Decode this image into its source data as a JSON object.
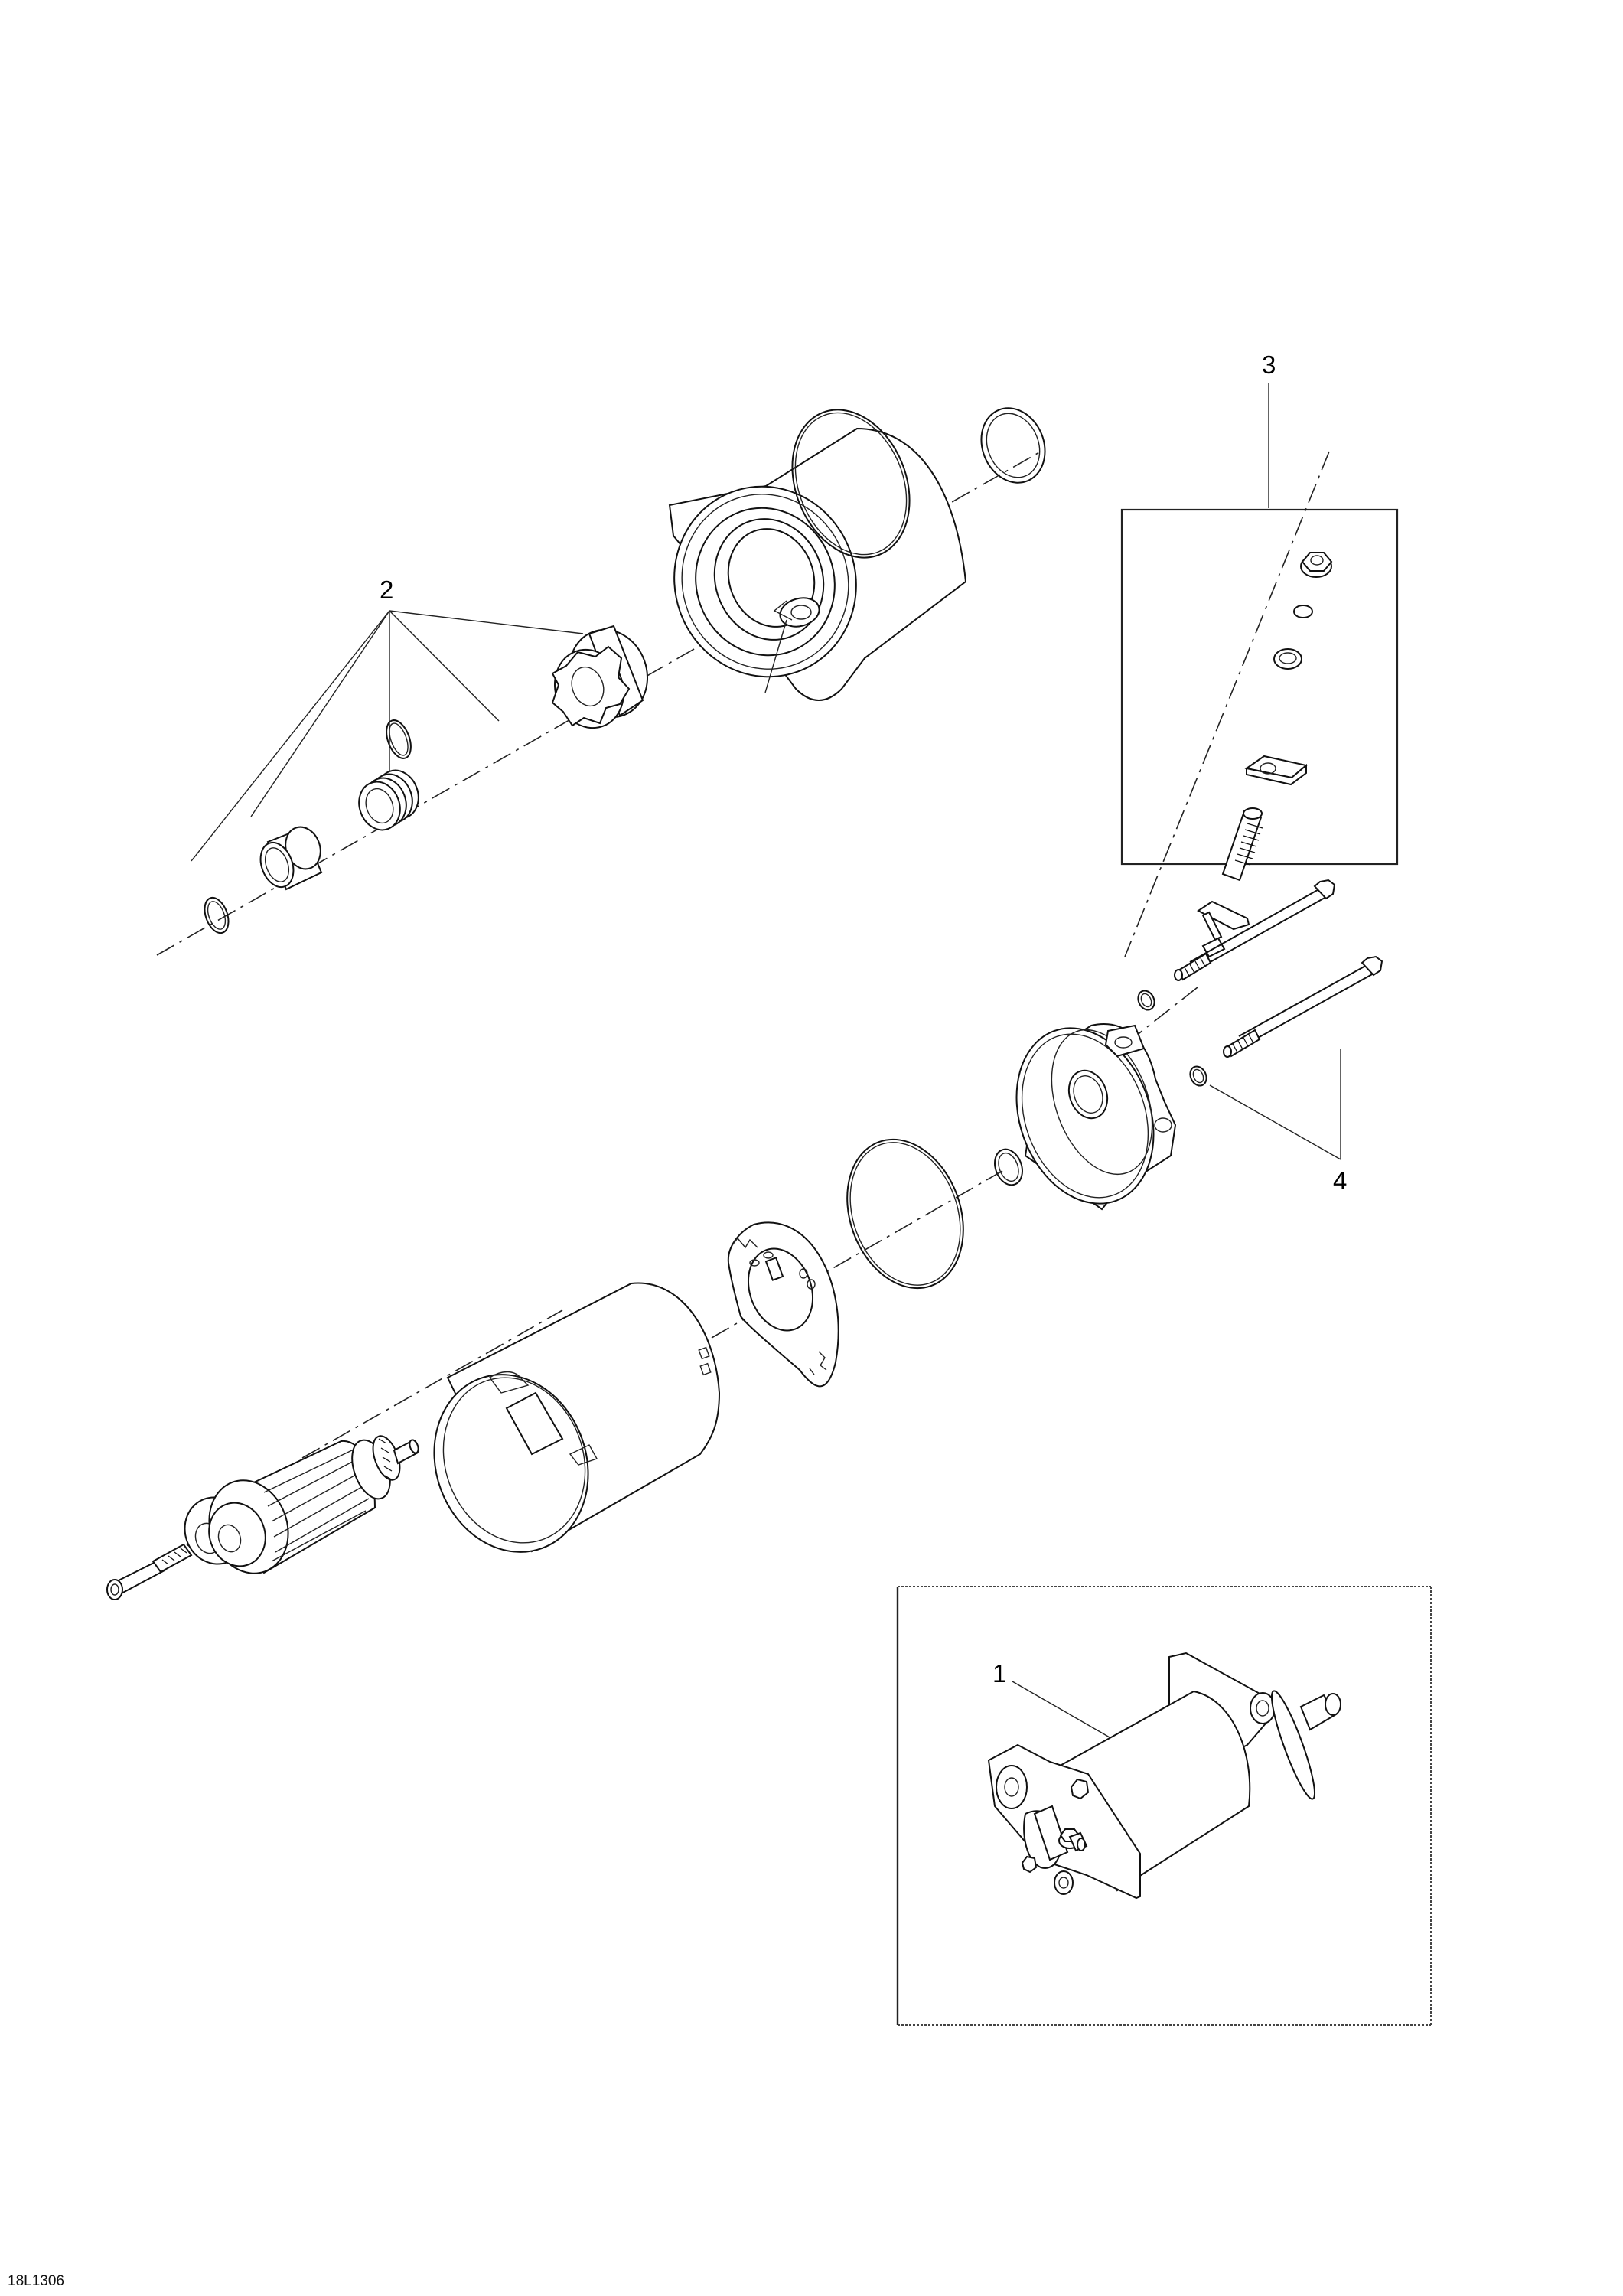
{
  "diagram": {
    "title": "Electric starter exploded view",
    "figure_id": "18L1306",
    "callouts": [
      {
        "id": "1",
        "label": "1",
        "target": "complete starter assembly (inset)"
      },
      {
        "id": "2",
        "label": "2",
        "target": "drive kit: pinion, spring, sleeve, washers, circlip"
      },
      {
        "id": "3",
        "label": "3",
        "target": "terminal kit: nut, lock washer, insulator, plate, stud, brush lead"
      },
      {
        "id": "4",
        "label": "4",
        "target": "through bolts and washers"
      }
    ],
    "parts": [
      "circlip",
      "stop-collar-sleeve",
      "spring",
      "thrust-washer",
      "pinion-gear",
      "drive-end-housing",
      "large-o-ring-front",
      "small-o-ring-front",
      "armature",
      "yoke-housing",
      "brush-plate",
      "large-o-ring-rear",
      "small-o-ring-rear",
      "rear-end-cap",
      "through-bolt",
      "washer",
      "terminal-nut",
      "terminal-lock-washer",
      "terminal-insulator",
      "terminal-plate",
      "terminal-stud",
      "brush-lead"
    ]
  }
}
